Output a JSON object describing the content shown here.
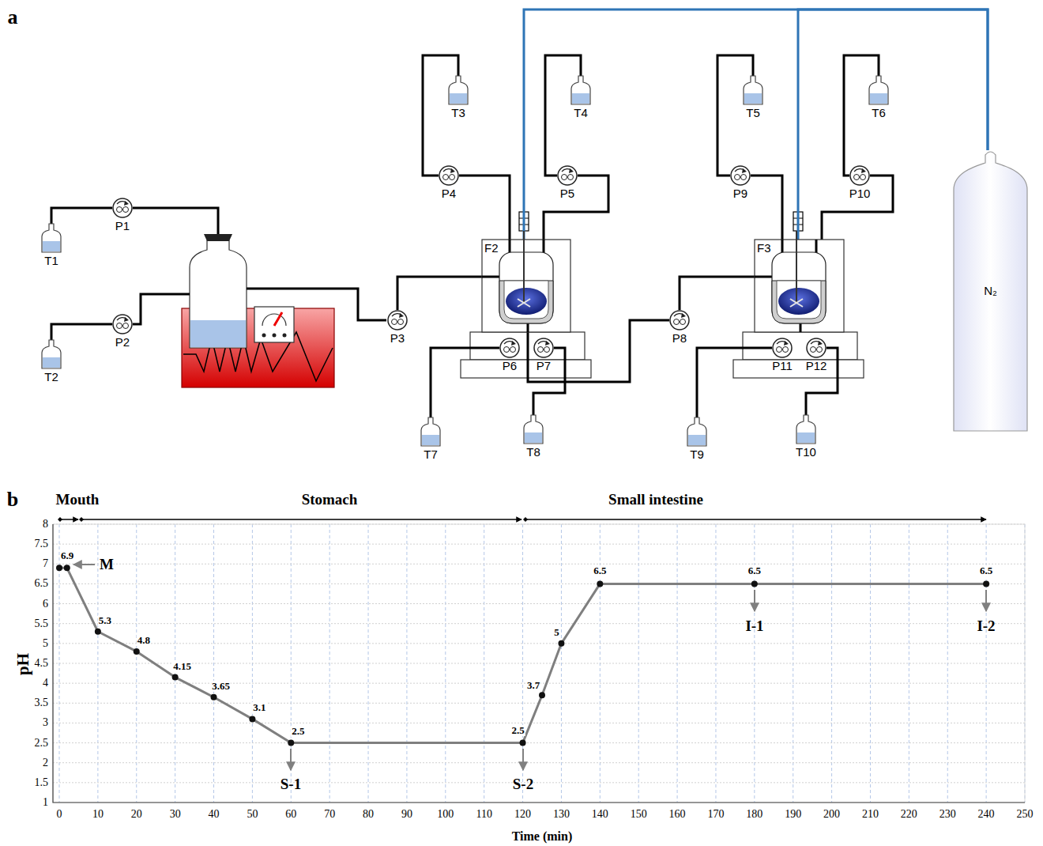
{
  "diagram": {
    "nodes": [
      {
        "text": [
          "T1"
        ]
      },
      {
        "text": [
          "P1"
        ]
      },
      {
        "text": [
          "T2"
        ]
      },
      {
        "text": [
          "P2"
        ]
      },
      {
        "text": [
          "P3"
        ]
      },
      {
        "text": [
          "T3"
        ]
      },
      {
        "text": [
          "P4"
        ]
      },
      {
        "text": [
          "T4"
        ]
      },
      {
        "text": [
          "P5"
        ]
      },
      {
        "text": [
          "F2"
        ]
      },
      {
        "text": [
          "P6"
        ]
      },
      {
        "text": [
          "P7"
        ]
      },
      {
        "text": [
          "T7"
        ]
      },
      {
        "text": [
          "T8"
        ]
      },
      {
        "text": [
          "P8"
        ]
      },
      {
        "text": [
          "T5"
        ]
      },
      {
        "text": [
          "P9"
        ]
      },
      {
        "text": [
          "T6"
        ]
      },
      {
        "text": [
          "P10"
        ]
      },
      {
        "text": [
          "F3"
        ]
      },
      {
        "text": [
          "P11"
        ]
      },
      {
        "text": [
          "P12"
        ]
      },
      {
        "text": [
          "T9"
        ]
      },
      {
        "text": [
          "T10"
        ]
      },
      {
        "text": [
          "N₂"
        ]
      }
    ],
    "edges": [
      {
        "from": 0,
        "to": 1,
        "arrow": "none"
      },
      {
        "from": 2,
        "to": 3,
        "arrow": "none"
      },
      {
        "from": 4,
        "to": 9,
        "arrow": "none"
      },
      {
        "from": 5,
        "to": 6,
        "arrow": "none"
      },
      {
        "from": 6,
        "to": 9,
        "arrow": "none"
      },
      {
        "from": 7,
        "to": 8,
        "arrow": "none"
      },
      {
        "from": 8,
        "to": 9,
        "arrow": "none"
      },
      {
        "from": 12,
        "to": 10,
        "arrow": "none"
      },
      {
        "from": 13,
        "to": 11,
        "arrow": "none"
      },
      {
        "from": 9,
        "to": 14,
        "arrow": "none"
      },
      {
        "from": 14,
        "to": 19,
        "arrow": "none"
      },
      {
        "from": 15,
        "to": 16,
        "arrow": "none"
      },
      {
        "from": 16,
        "to": 19,
        "arrow": "none"
      },
      {
        "from": 17,
        "to": 18,
        "arrow": "none"
      },
      {
        "from": 18,
        "to": 19,
        "arrow": "none"
      },
      {
        "from": 22,
        "to": 20,
        "arrow": "none"
      },
      {
        "from": 23,
        "to": 21,
        "arrow": "none"
      },
      {
        "from": 24,
        "to": 9,
        "arrow": "none"
      },
      {
        "from": 24,
        "to": 19,
        "arrow": "none"
      }
    ],
    "labels": [
      "a",
      "b",
      "Mouth",
      "Stomach",
      "Small intestine",
      "pH",
      "Time (min)",
      "M",
      "S-1",
      "S-2",
      "I-1",
      "I-2",
      "6.9",
      "5.3",
      "4.8",
      "4.15",
      "3.65",
      "3.1",
      "2.5",
      "2.5",
      "3.7",
      "5",
      "6.5",
      "6.5",
      "6.5",
      "1",
      "1.5",
      "2",
      "2.5",
      "3",
      "3.5",
      "4",
      "4.5",
      "5",
      "5.5",
      "6",
      "6.5",
      "7",
      "7.5",
      "8",
      "0",
      "10",
      "20",
      "30",
      "40",
      "50",
      "60",
      "70",
      "80",
      "90",
      "100",
      "110",
      "120",
      "130",
      "140",
      "150",
      "160",
      "170",
      "180",
      "190",
      "200",
      "210",
      "220",
      "230",
      "240",
      "250"
    ]
  }
}
